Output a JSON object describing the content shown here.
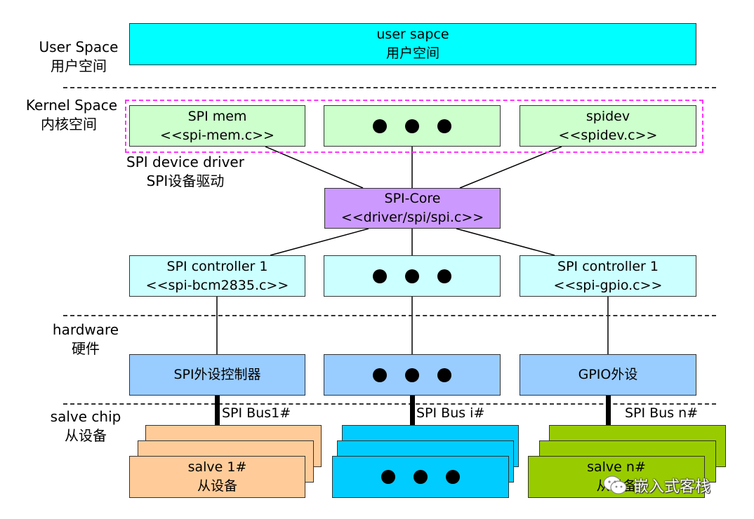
{
  "layers": {
    "user_space": [
      "User Space",
      "用户空间"
    ],
    "kernel_space": [
      "Kernel Space",
      "内核空间"
    ],
    "spi_device_driver": [
      "SPI device driver",
      "SPI设备驱动"
    ],
    "hardware": [
      "hardware",
      "硬件"
    ],
    "slave_chip": [
      "salve chip",
      "从设备"
    ]
  },
  "user_app": {
    "line1": "user sapce",
    "line2": "用户空间"
  },
  "drivers": {
    "spi_mem": {
      "name": "SPI mem",
      "file": "<<spi-mem.c>>"
    },
    "spidev": {
      "name": "spidev",
      "file": "<<spidev.c>>"
    }
  },
  "core": {
    "name": "SPI-Core",
    "file": "<<driver/spi/spi.c>>"
  },
  "controllers": {
    "left": {
      "name": "SPI controller 1",
      "file": "<<spi-bcm2835.c>>"
    },
    "right": {
      "name": "SPI controller 1",
      "file": "<<spi-gpio.c>>"
    }
  },
  "hardware_blocks": {
    "left": "SPI外设控制器",
    "right": "GPIO外设"
  },
  "buses": {
    "left": "SPI Bus1#",
    "middle": "SPI Bus i#",
    "right": "SPI Bus n#"
  },
  "slaves": {
    "left": {
      "name": "salve 1#",
      "sub": "从设备"
    },
    "right": {
      "name": "salve n#",
      "sub": "从设备"
    }
  },
  "watermark": "嵌入式客栈",
  "colors": {
    "user": "#00ffff",
    "driver": "#ccffcc",
    "core": "#cc99ff",
    "controller": "#ccffff",
    "hardware": "#99ccff",
    "slave_left": "#ffcc99",
    "slave_mid": "#00ccff",
    "slave_right": "#99cc00",
    "kernel_outline": "#ff33ff"
  }
}
